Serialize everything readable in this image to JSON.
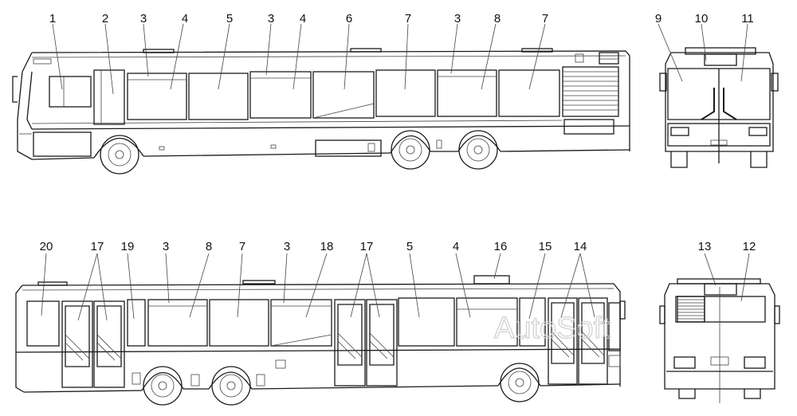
{
  "labels": {
    "l1": "1",
    "l2": "2",
    "l3a": "3",
    "l4a": "4",
    "l5a": "5",
    "l3b": "3",
    "l4b": "4",
    "l6": "6",
    "l7a": "7",
    "l3c": "3",
    "l8a": "8",
    "l7b": "7",
    "l9": "9",
    "l10": "10",
    "l11": "11",
    "l20": "20",
    "l17a": "17",
    "l19": "19",
    "l3d": "3",
    "l8b": "8",
    "l7c": "7",
    "l3e": "3",
    "l18": "18",
    "l17b": "17",
    "l5b": "5",
    "l4c": "4",
    "l16": "16",
    "l15": "15",
    "l14": "14",
    "l13": "13",
    "l12": "12"
  },
  "watermark": "AutoSoft"
}
